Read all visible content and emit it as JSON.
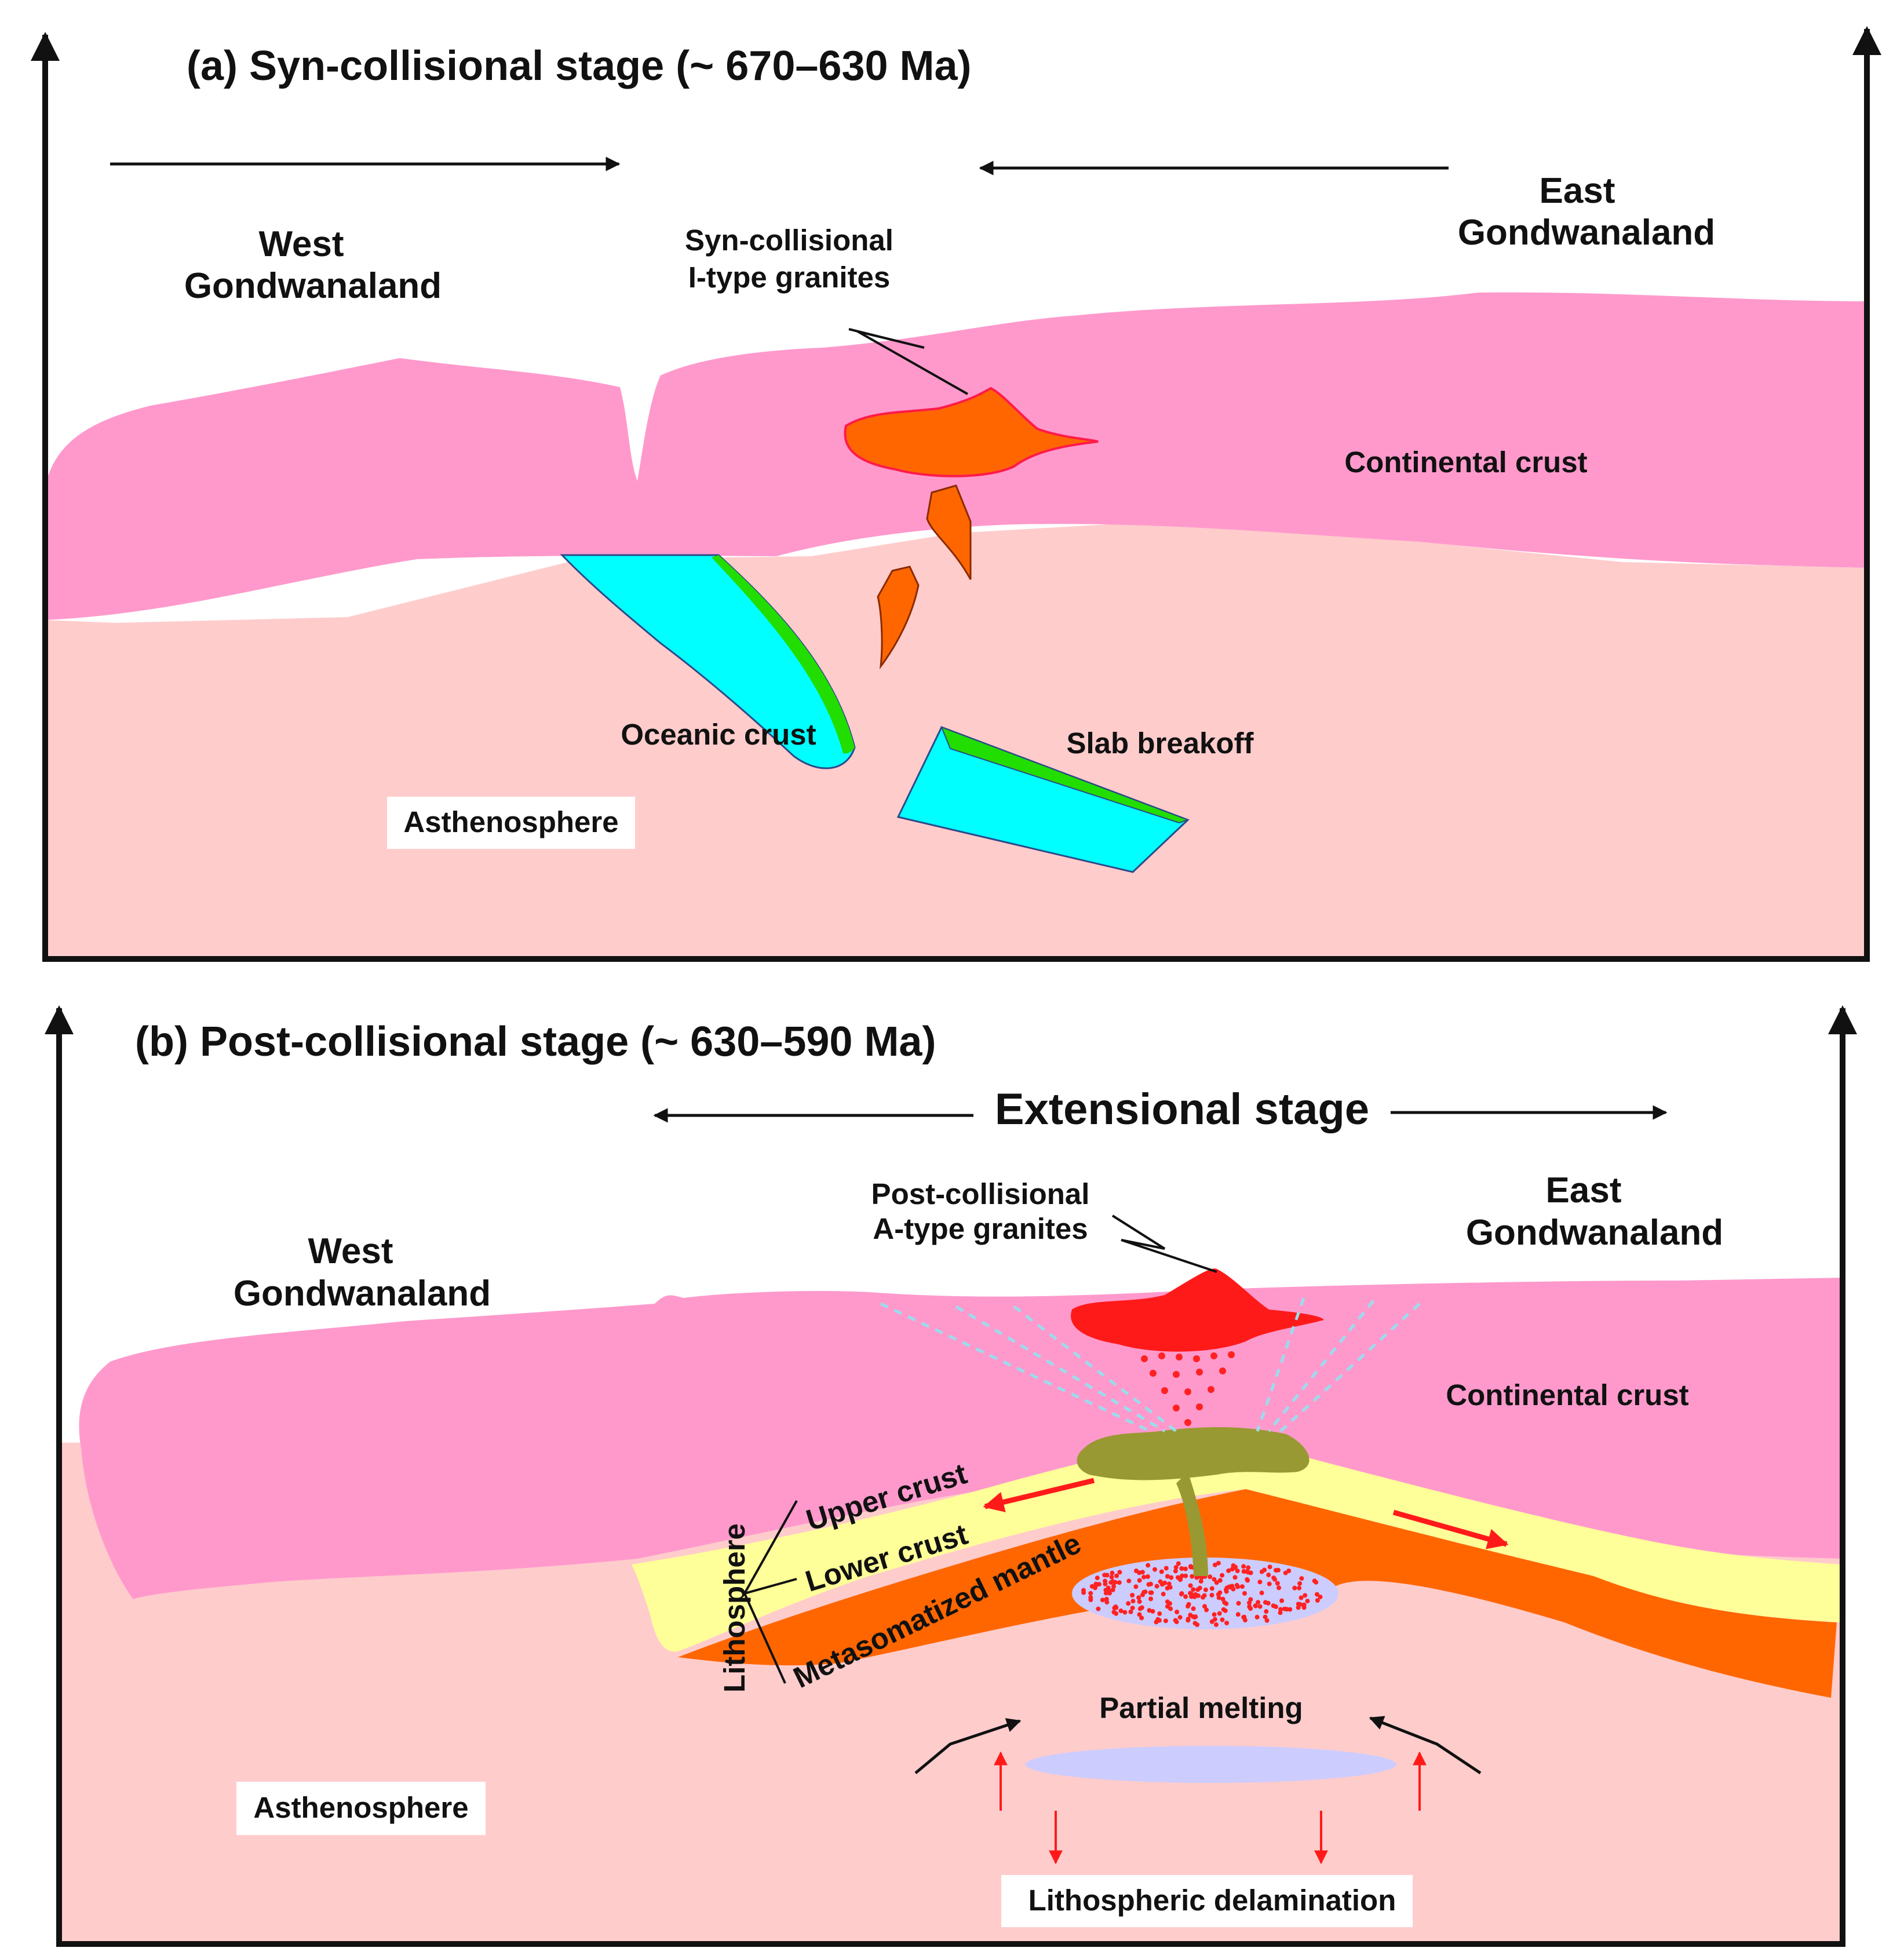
{
  "panel_a": {
    "title": "(a) Syn-collisional stage (~ 670–630 Ma)",
    "west_line1": "West",
    "west_line2": "Gondwanaland",
    "east_line1": "East",
    "east_line2": "Gondwanaland",
    "granite_line1": "Syn-collisional",
    "granite_line2": "I-type granites",
    "continental_crust": "Continental crust",
    "oceanic_crust": "Oceanic crust",
    "slab_breakoff": "Slab breakoff",
    "asthenosphere": "Asthenosphere"
  },
  "panel_b": {
    "title": "(b) Post-collisional stage (~ 630–590 Ma)",
    "extensional_stage": "Extensional stage",
    "west_line1": "West",
    "west_line2": "Gondwanaland",
    "east_line1": "East",
    "east_line2": "Gondwanaland",
    "granite_line1": "Post-collisional",
    "granite_line2": "A-type granites",
    "continental_crust": "Continental crust",
    "upper_crust": "Upper crust",
    "lower_crust": "Lower crust",
    "metasomatized_mantle": "Metasomatized mantle",
    "lithosphere": "Lithosphere",
    "partial_melting": "Partial melting",
    "asthenosphere": "Asthenosphere",
    "lithospheric_delamination": "Lithospheric delamination"
  },
  "colors": {
    "continental_crust": "#ff99cc",
    "asthenosphere": "#ffcccc",
    "oceanic_crust": "#00ffff",
    "slab_margin": "#22dd00",
    "syn_granite": "#ff6600",
    "post_granite": "#ff1a1a",
    "upper_crust": "#ffff99",
    "lower_crust": "#ff6600",
    "magma_chamber": "#999933",
    "melt_zone": "#ccccff",
    "dots": "#ff2222",
    "dashed_lines": "#99ddee",
    "axis": "#000000"
  },
  "icons": {
    "vertical_axis": "arrow-up-icon",
    "plate_motion": "arrow-horizontal-icon",
    "extension": "arrow-diverging-icon",
    "delamination": "arrow-down-icon",
    "upwelling": "arrow-up-icon"
  }
}
